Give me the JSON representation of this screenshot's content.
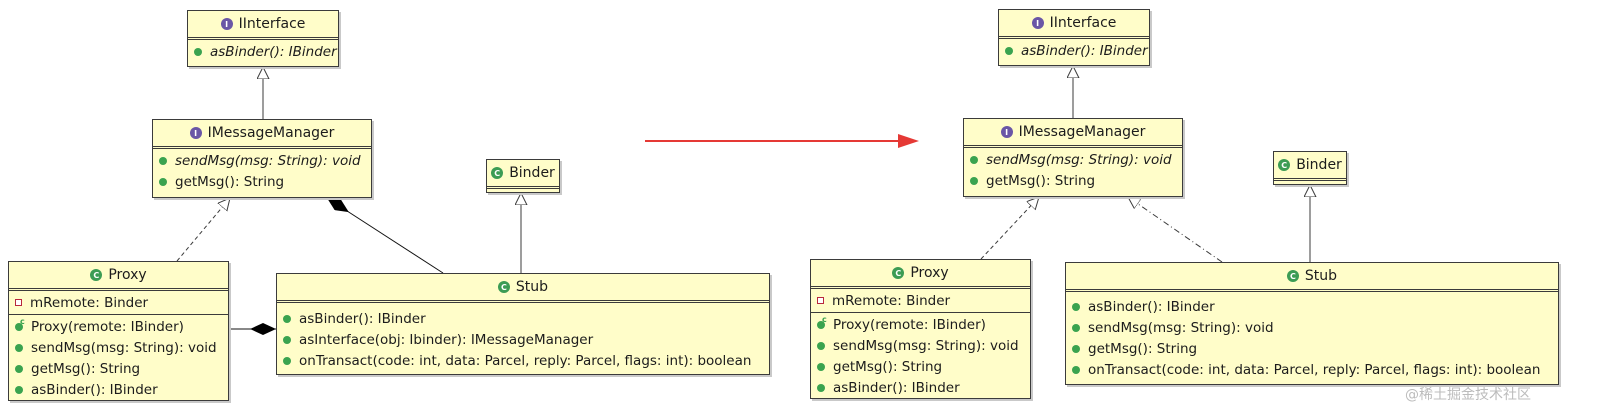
{
  "left": {
    "iinterface": {
      "name": "IInterface",
      "methods": [
        "asBinder(): IBinder"
      ]
    },
    "imessagemanager": {
      "name": "IMessageManager",
      "methods": [
        "sendMsg(msg: String): void",
        "getMsg(): String"
      ]
    },
    "binder": {
      "name": "Binder"
    },
    "proxy": {
      "name": "Proxy",
      "fields": [
        "mRemote: Binder"
      ],
      "methods": [
        "Proxy(remote: IBinder)",
        "sendMsg(msg: String): void",
        "getMsg(): String",
        "asBinder(): IBinder"
      ]
    },
    "stub": {
      "name": "Stub",
      "methods": [
        "asBinder(): IBinder",
        "asInterface(obj: Ibinder): IMessageManager",
        "onTransact(code: int, data: Parcel, reply: Parcel, flags: int): boolean"
      ]
    }
  },
  "right": {
    "iinterface": {
      "name": "IInterface",
      "methods": [
        "asBinder(): IBinder"
      ]
    },
    "imessagemanager": {
      "name": "IMessageManager",
      "methods": [
        "sendMsg(msg: String): void",
        "getMsg(): String"
      ]
    },
    "binder": {
      "name": "Binder"
    },
    "proxy": {
      "name": "Proxy",
      "fields": [
        "mRemote: Binder"
      ],
      "methods": [
        "Proxy(remote: IBinder)",
        "sendMsg(msg: String): void",
        "getMsg(): String",
        "asBinder(): IBinder"
      ]
    },
    "stub": {
      "name": "Stub",
      "methods": [
        "asBinder(): IBinder",
        "sendMsg(msg: String): void",
        "getMsg(): String",
        "onTransact(code: int, data: Parcel, reply: Parcel, flags: int): boolean"
      ]
    }
  },
  "colors": {
    "class_fill": "#fffdc9",
    "border": "#3b3b3b",
    "interface_badge": "#6a56a6",
    "class_badge": "#3c9c54",
    "public_marker": "#3aa34f",
    "private_marker": "#b8283d",
    "transition_arrow": "#e53935"
  },
  "badges": {
    "interface": "I",
    "class": "C"
  },
  "watermark": "@稀土掘金技术社区"
}
